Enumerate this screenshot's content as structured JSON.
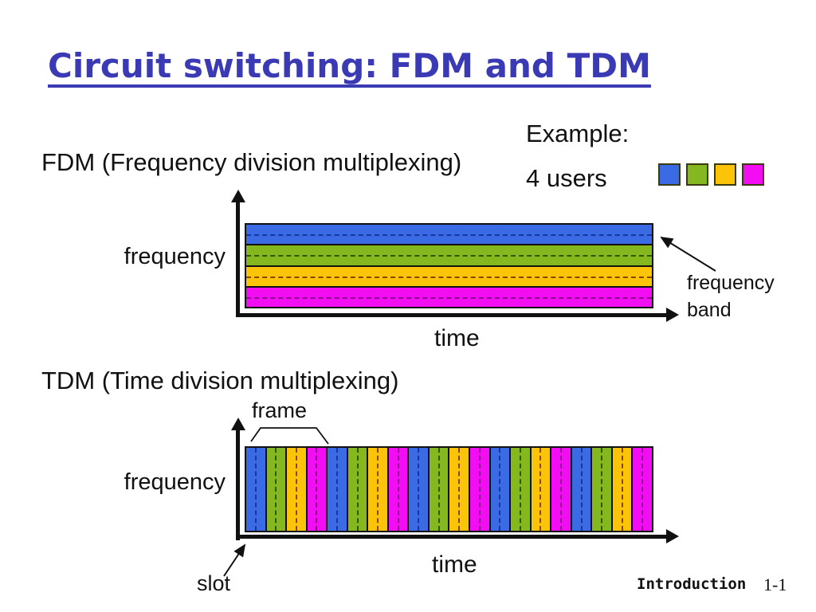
{
  "slide": {
    "title": "Circuit switching: FDM and TDM",
    "title_color": "#3a3ab5",
    "example_label": "Example:",
    "users_label": "4 users",
    "users": [
      {
        "name": "user-1-blue",
        "color": "#3a6be4",
        "dash": "#16379e"
      },
      {
        "name": "user-2-green",
        "color": "#85b71e",
        "dash": "#2f5804"
      },
      {
        "name": "user-3-yellow",
        "color": "#fcc409",
        "dash": "#8a4500"
      },
      {
        "name": "user-4-magenta",
        "color": "#f20df2",
        "dash": "#8b0d8c"
      }
    ],
    "fdm": {
      "heading": "FDM (Frequency division multiplexing)",
      "y_axis_label": "frequency",
      "x_axis_label": "time",
      "callout": "frequency band",
      "num_bands": 4
    },
    "tdm": {
      "heading": "TDM (Time division multiplexing)",
      "y_axis_label": "frequency",
      "x_axis_label": "time",
      "frame_label": "frame",
      "slot_label": "slot",
      "slots_per_frame": 4,
      "num_frames": 5
    },
    "footer": {
      "section": "Introduction",
      "page": "1-1"
    }
  }
}
